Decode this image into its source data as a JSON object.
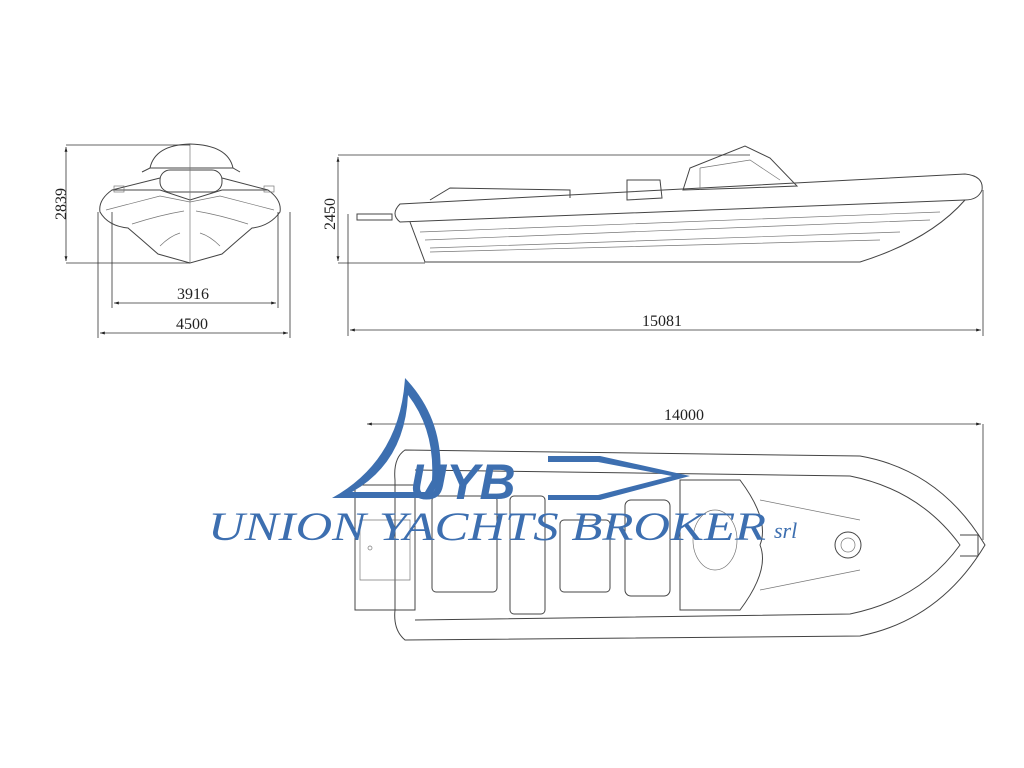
{
  "dimensions": {
    "front_height": "2839",
    "front_inner_width": "3916",
    "front_total_width": "4500",
    "side_height": "2450",
    "side_length": "15081",
    "plan_length": "14000"
  },
  "logo": {
    "mark": "UYB",
    "name": "UNION YACHTS BROKER",
    "suffix": "srl"
  },
  "colors": {
    "logo": "#3d6fb0",
    "line": "#444444"
  }
}
